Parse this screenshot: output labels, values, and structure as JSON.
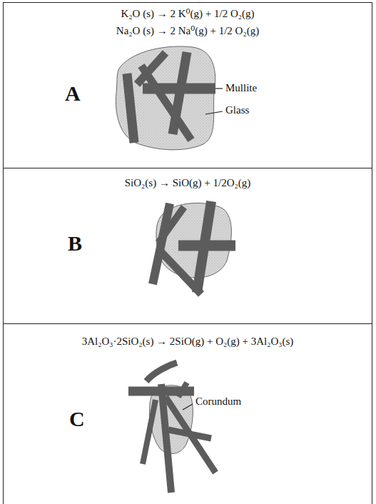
{
  "diagram": {
    "nodes": [
      {
        "text": [
          "K₂O (s) → 2 K⁰(g) + 1/2 O₂(g)",
          "Na₂O (s) → 2 Na⁰(g) + 1/2 O₂(g)",
          "A"
        ]
      },
      {
        "text": [
          "SiO₂(s) → SiO(g) + 1/2O₂(g)",
          "B"
        ]
      },
      {
        "text": [
          "3Al₂O₃·2SiO₂(s) → 2SiO(g) + O₂(g) + 3Al₂O₃(s)",
          "C"
        ]
      }
    ],
    "labels": [
      "Mullite",
      "Glass",
      "Corundum"
    ]
  }
}
